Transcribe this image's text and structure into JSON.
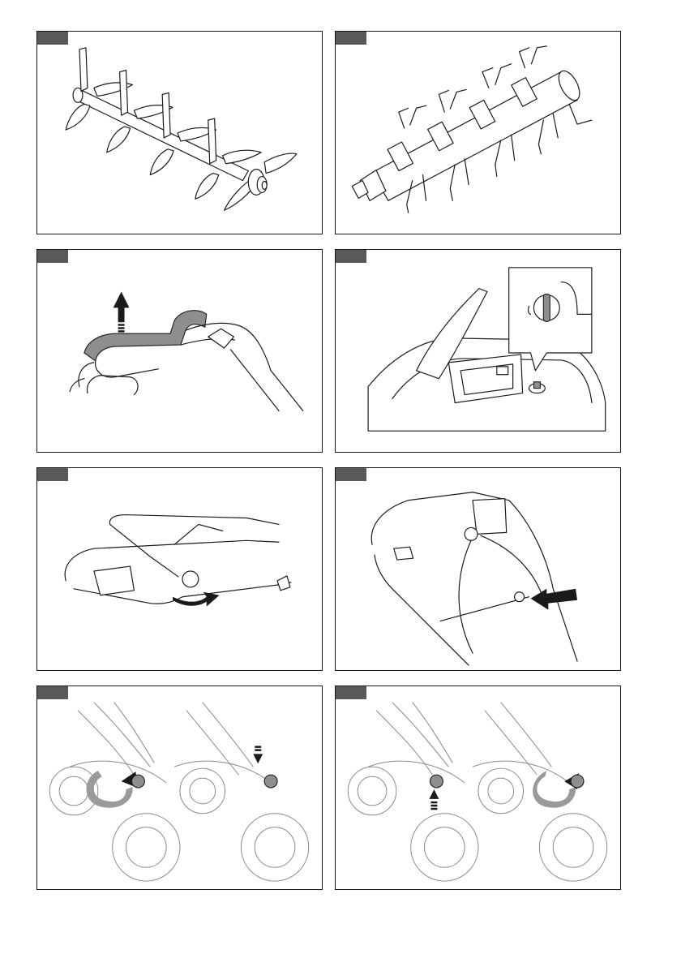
{
  "page": {
    "background": "#ffffff"
  },
  "figures": [
    {
      "icon": "scarifier-blade-cylinder"
    },
    {
      "icon": "aerator-spring-tine-cylinder"
    },
    {
      "icon": "handle-lift-upward"
    },
    {
      "icon": "safety-key-compartment"
    },
    {
      "icon": "handle-fold-sideways"
    },
    {
      "icon": "cable-strain-relief"
    },
    {
      "icon": "height-knob-loosen"
    },
    {
      "icon": "height-knob-tighten"
    }
  ],
  "colors": {
    "frame": "#1a1a1a",
    "tag": "#595959",
    "arrow": "#1a1a1a"
  }
}
